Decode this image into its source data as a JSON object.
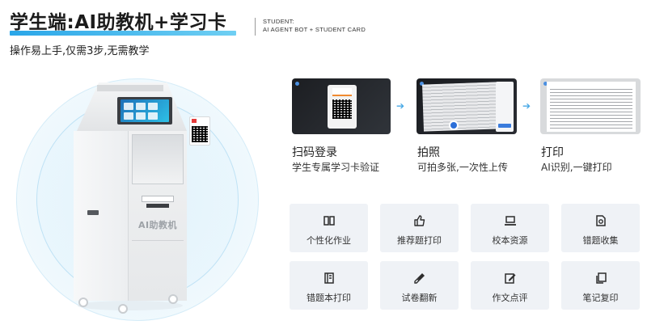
{
  "header": {
    "title": "学生端:AI助教机+学习卡",
    "en_line1": "STUDENT:",
    "en_line2": "AI AGENT BOT + STUDENT CARD",
    "subtitle": "操作易上手,仅需3步,无需教学"
  },
  "kiosk": {
    "label": "AI助教机"
  },
  "steps": [
    {
      "title": "扫码登录",
      "desc": "学生专属学习卡验证"
    },
    {
      "title": "拍照",
      "desc": "可拍多张,一次性上传"
    },
    {
      "title": "打印",
      "desc": "AI识别,一键打印"
    }
  ],
  "features": [
    {
      "label": "个性化作业",
      "icon": "book-open-icon"
    },
    {
      "label": "推荐题打印",
      "icon": "thumbs-up-icon"
    },
    {
      "label": "校本资源",
      "icon": "laptop-icon"
    },
    {
      "label": "错题收集",
      "icon": "folder-collect-icon"
    },
    {
      "label": "错题本打印",
      "icon": "notebook-icon"
    },
    {
      "label": "试卷翻新",
      "icon": "brush-icon"
    },
    {
      "label": "作文点评",
      "icon": "edit-icon"
    },
    {
      "label": "笔记复印",
      "icon": "copy-icon"
    }
  ],
  "colors": {
    "accent": "#2aa6e8",
    "tile_bg": "#eff2f6",
    "icon": "#2d2d2d"
  }
}
